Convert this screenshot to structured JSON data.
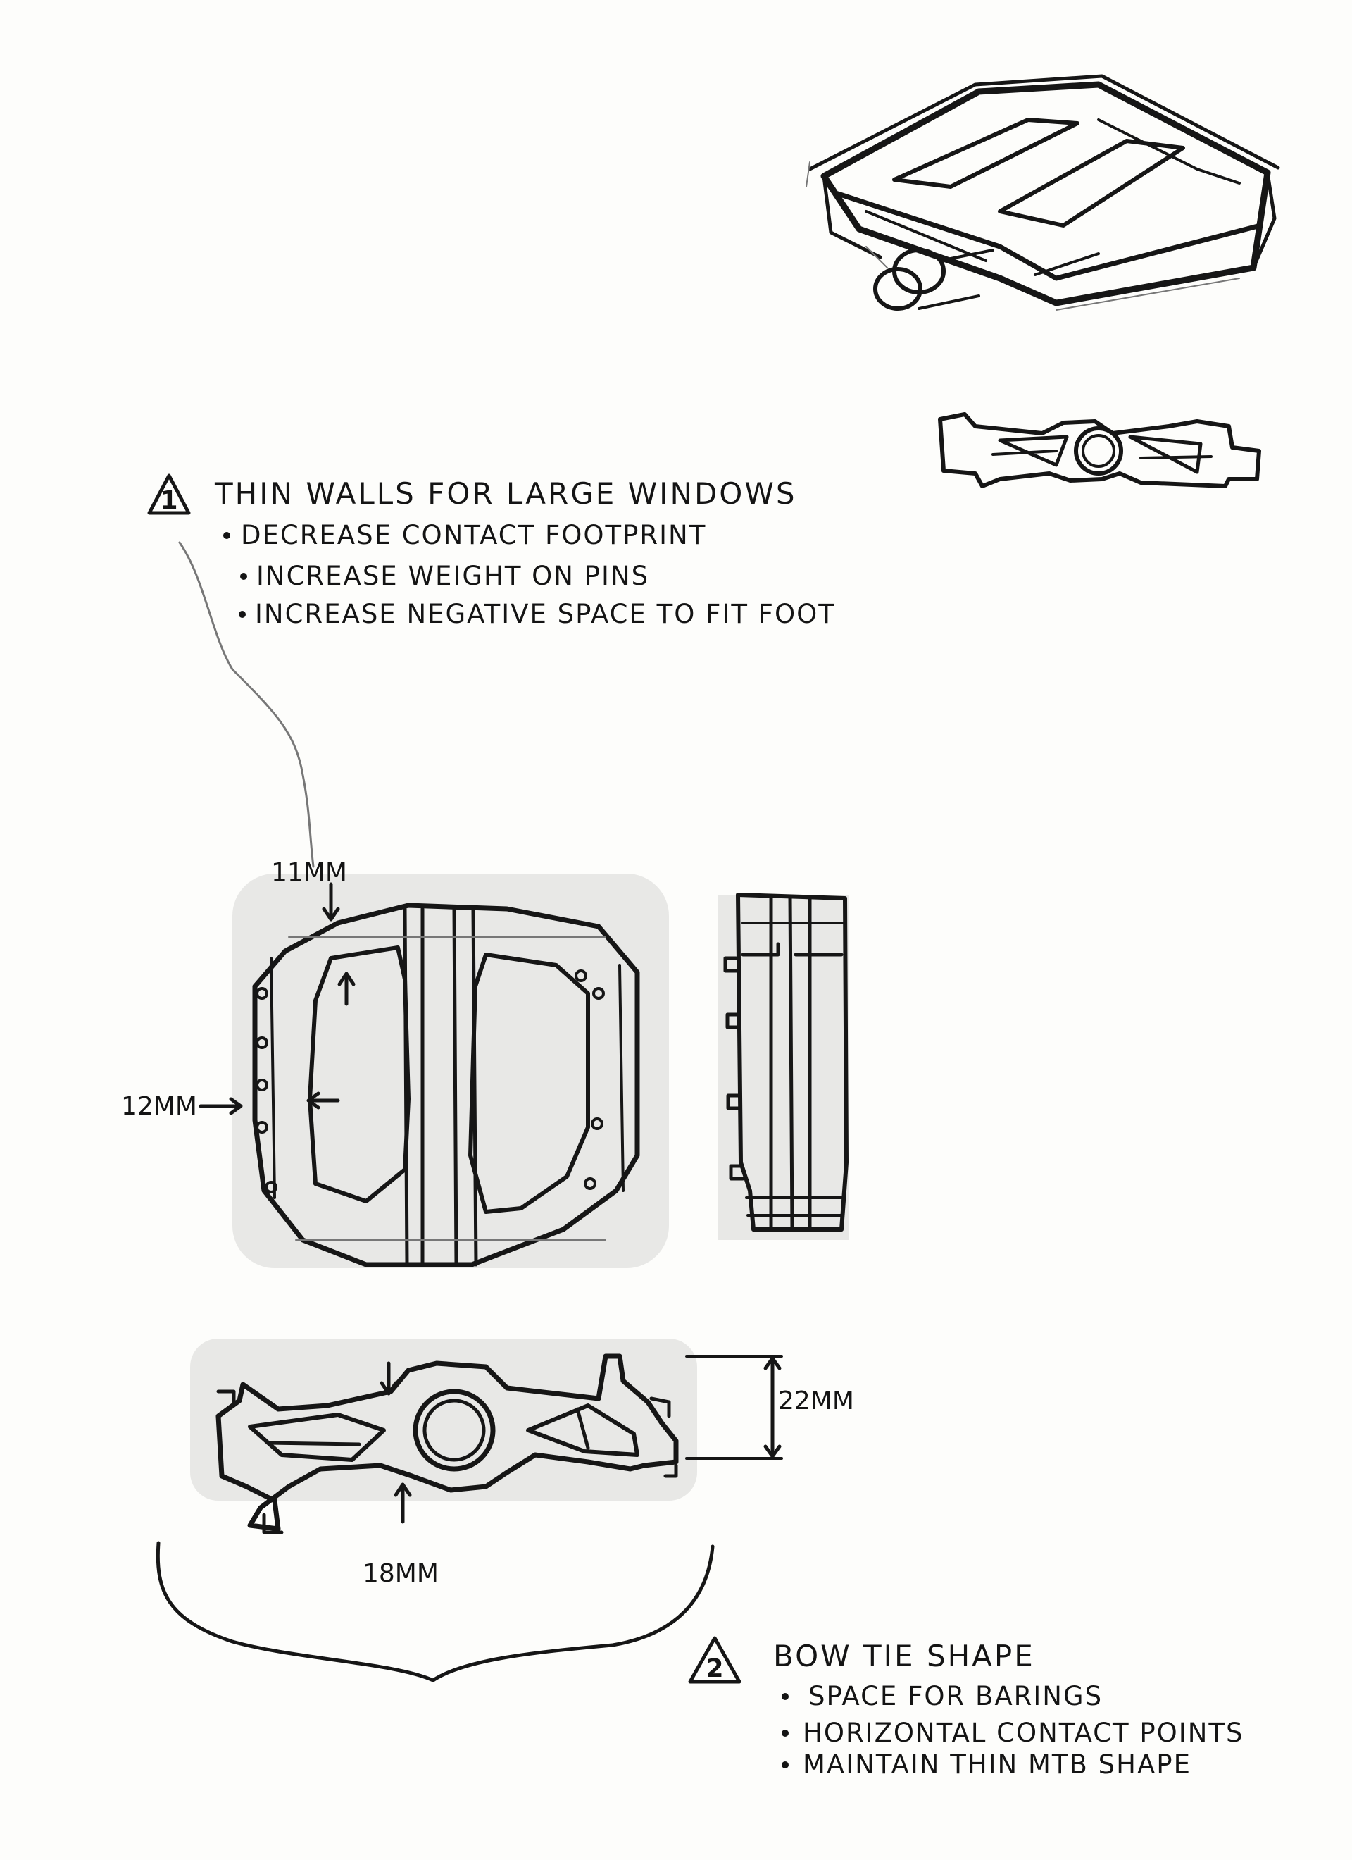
{
  "notes": {
    "note1": {
      "number": "1",
      "title": "THIN WALLS FOR LARGE WINDOWS",
      "items": [
        "DECREASE CONTACT FOOTPRINT",
        "INCREASE WEIGHT ON PINS",
        "INCREASE NEGATIVE SPACE TO FIT FOOT"
      ]
    },
    "note2": {
      "number": "2",
      "title": "BOW TIE SHAPE",
      "items": [
        "SPACE FOR BARINGS",
        "HORIZONTAL CONTACT POINTS",
        "MAINTAIN THIN MTB SHAPE"
      ]
    }
  },
  "dimensions": {
    "top_wall": "11mm",
    "side_wall": "12mm",
    "height": "22mm",
    "center_thickness": "18mm"
  }
}
